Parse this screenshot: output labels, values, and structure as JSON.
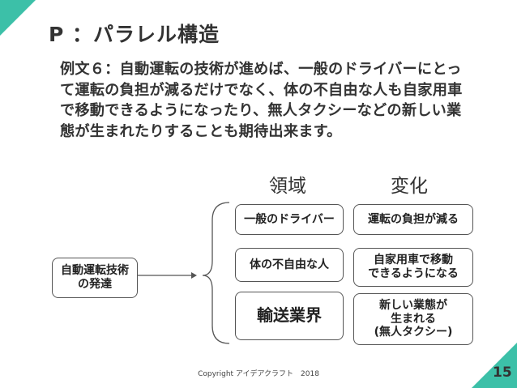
{
  "slide": {
    "title": "P ：パラレル構造",
    "body": "例文６：自動運転の技術が進めば、一般のドライバーにとって運転の負担が減るだけでなく、体の不自由な人も自家用車で移動できるようになったり、無人タクシーなどの新しい業態が生まれたりすることも期待出来ます。",
    "footer": "Copyright アイデアクラフト　2018",
    "page_number": "15",
    "accent_color": "#3cc0a8"
  },
  "diagram": {
    "source": {
      "line1": "自動運転技術",
      "line2": "の発達"
    },
    "headers": {
      "region": "領域",
      "change": "変化"
    },
    "rows": [
      {
        "region": "一般のドライバー",
        "change_lines": [
          "運転の負担が減る"
        ]
      },
      {
        "region": "体の不自由な人",
        "change_lines": [
          "自家用車で移動",
          "できるようになる"
        ]
      },
      {
        "region": "輸送業界",
        "change_lines": [
          "新しい業態が",
          "生まれる",
          "(無人タクシー)"
        ]
      }
    ]
  }
}
